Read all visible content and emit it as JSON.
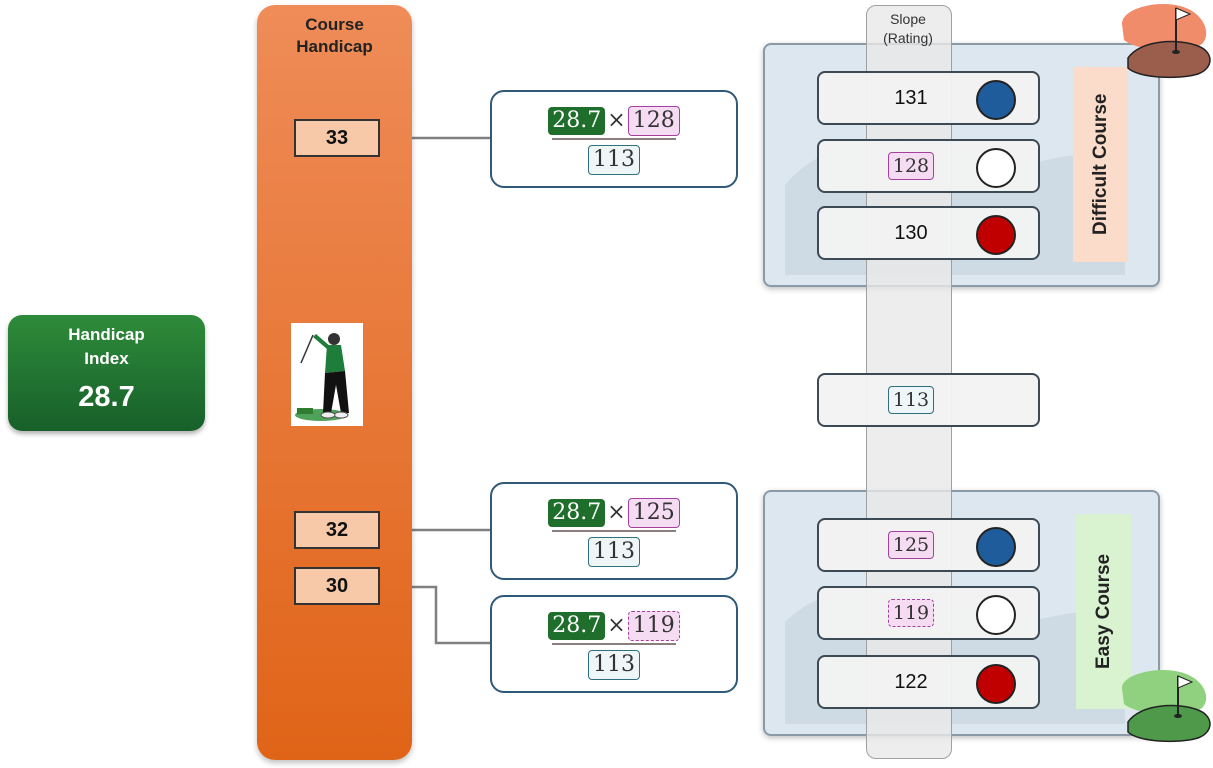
{
  "handicap_index": {
    "title_line1": "Handicap",
    "title_line2": "Index",
    "value": "28.7"
  },
  "course_handicap": {
    "title_line1": "Course",
    "title_line2": "Handicap",
    "values": [
      "33",
      "32",
      "30"
    ]
  },
  "formulas": [
    {
      "index": "28.7",
      "times": "×",
      "slope": "128",
      "divisor": "113",
      "style": "solid"
    },
    {
      "index": "28.7",
      "times": "×",
      "slope": "125",
      "divisor": "113",
      "style": "solid"
    },
    {
      "index": "28.7",
      "times": "×",
      "slope": "119",
      "divisor": "113",
      "style": "dashed"
    }
  ],
  "slope": {
    "title_line1": "Slope",
    "title_line2": "(Rating)",
    "neutral": "113"
  },
  "difficult_course": {
    "label": "Difficult Course",
    "rows": [
      {
        "value": "131",
        "tee": "blue",
        "highlight": false
      },
      {
        "value": "128",
        "tee": "white",
        "highlight": true
      },
      {
        "value": "130",
        "tee": "red",
        "highlight": false
      }
    ]
  },
  "easy_course": {
    "label": "Easy Course",
    "rows": [
      {
        "value": "125",
        "tee": "blue",
        "highlight": true
      },
      {
        "value": "119",
        "tee": "white",
        "highlight": true
      },
      {
        "value": "122",
        "tee": "red",
        "highlight": false
      }
    ]
  },
  "colors": {
    "green": "#1f6e2c",
    "orange": "#e8702a",
    "blue_tee": "#1f5c9c",
    "white_tee": "#ffffff",
    "red_tee": "#c00000",
    "arrow": "#808080"
  }
}
